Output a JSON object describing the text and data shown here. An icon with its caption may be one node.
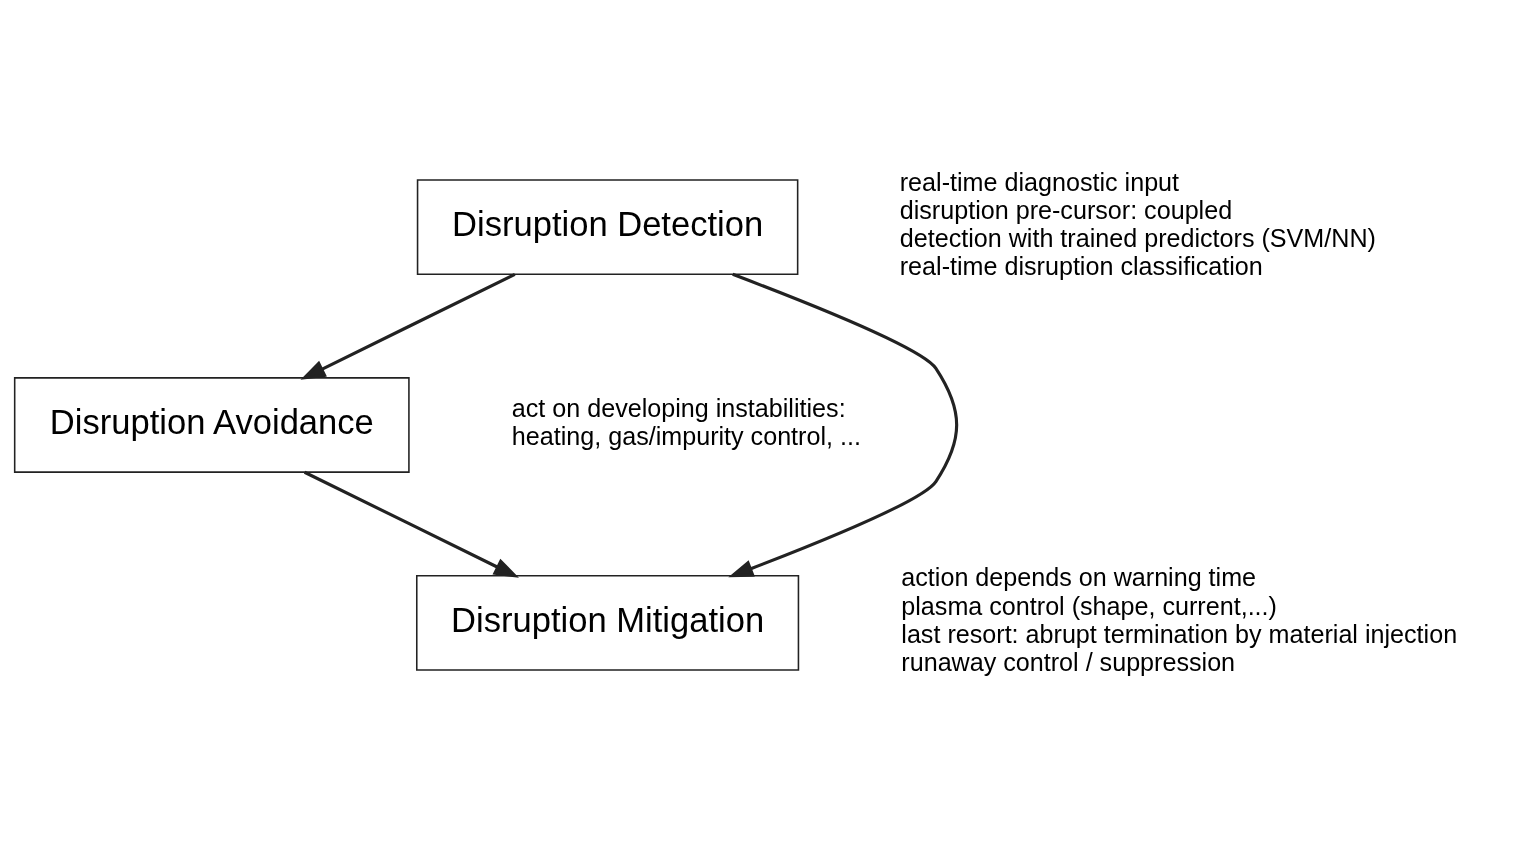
{
  "diagram": {
    "nodes": [
      {
        "text": [
          "Disruption Detection"
        ],
        "beside": [
          "real-time diagnostic input",
          "disruption pre-cursor: coupled",
          "detection with trained predictors (SVM/NN)",
          "real-time disruption classification"
        ]
      },
      {
        "text": [
          "Disruption Avoidance"
        ],
        "beside": [
          "act on developing instabilities:",
          "heating, gas/impurity control, ..."
        ]
      },
      {
        "text": [
          "Disruption Mitigation"
        ],
        "beside": [
          "action depends on warning time",
          "plasma control (shape, current,...)",
          "last resort: abrupt termination by material injection",
          "runaway control / suppression"
        ]
      }
    ],
    "edges": [
      {
        "from": 0,
        "to": 1,
        "arrow": "to"
      },
      {
        "from": 0,
        "to": 2,
        "arrow": "to"
      },
      {
        "from": 1,
        "to": 2,
        "arrow": "to"
      }
    ]
  }
}
